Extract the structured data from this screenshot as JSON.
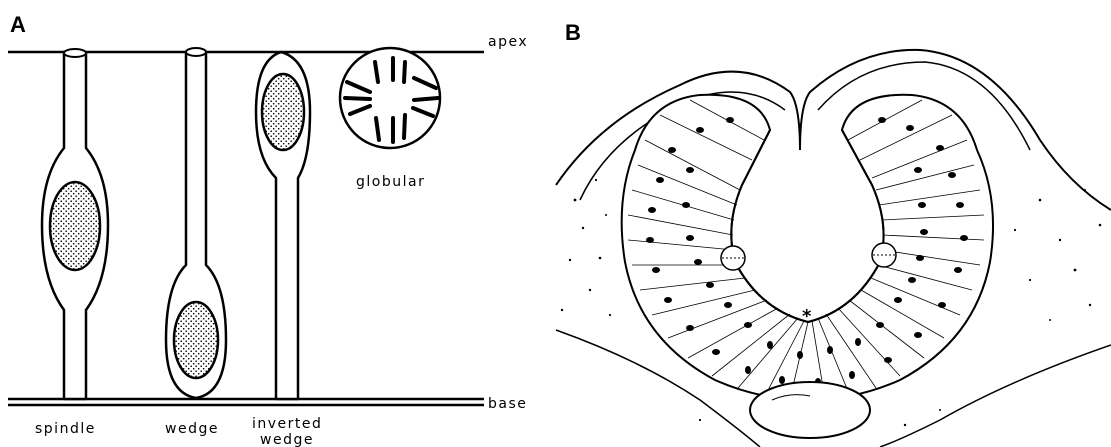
{
  "panel_a": {
    "letter": "A",
    "apex_label": "apex",
    "base_label": "base",
    "cells": [
      {
        "shape": "spindle",
        "label": "spindle"
      },
      {
        "shape": "wedge",
        "label": "wedge"
      },
      {
        "shape": "inverted-wedge",
        "label_line1": "inverted",
        "label_line2": "wedge"
      },
      {
        "shape": "globular",
        "label": "globular"
      }
    ]
  },
  "panel_b": {
    "letter": "B",
    "marker": "*"
  }
}
